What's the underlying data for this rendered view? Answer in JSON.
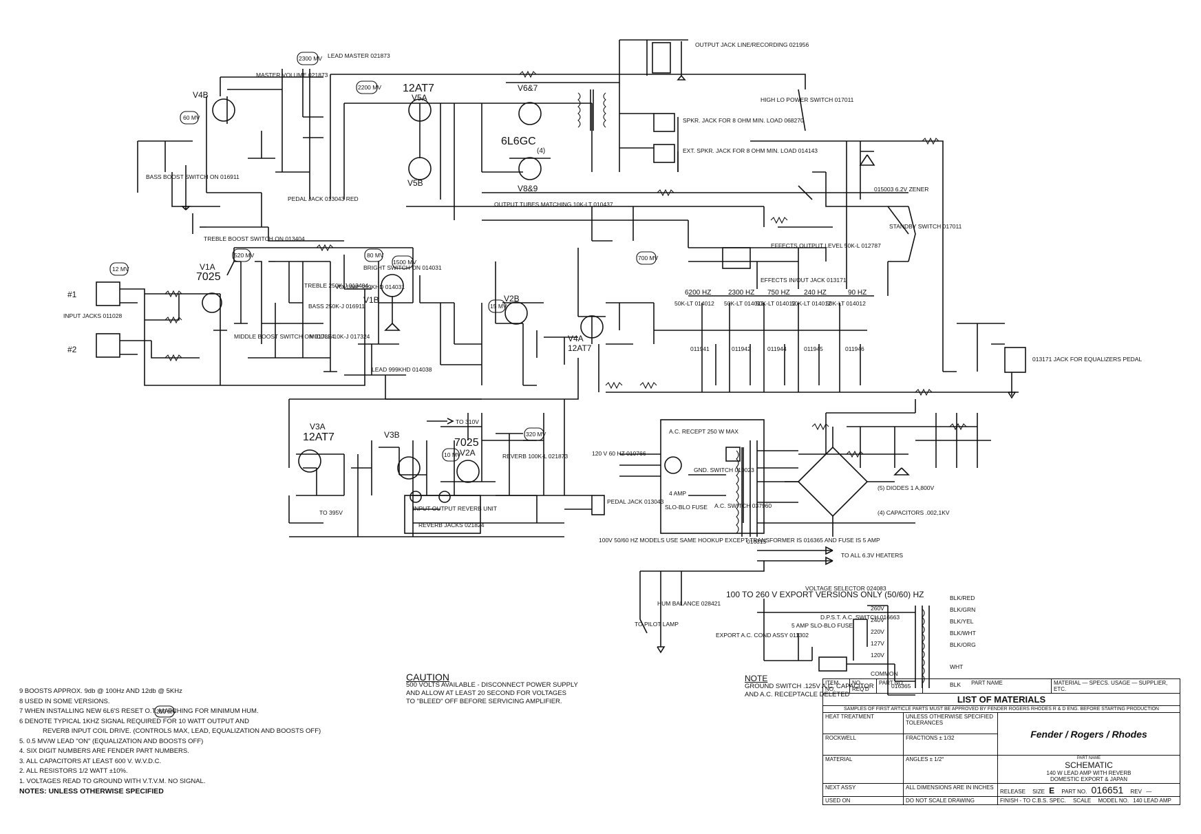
{
  "tubes": {
    "v4b": "V4B",
    "v5a": "V5A",
    "v5a_type": "12AT7",
    "v5b": "V5B",
    "v67": "V6&7",
    "v89": "V8&9",
    "power_type": "6L6GC",
    "power_note": "(4)",
    "v1a": "V1A",
    "v1a_type": "7025",
    "v1b": "V1B",
    "v2b": "V2B",
    "v4a": "V4A",
    "v4a_type": "12AT7",
    "v3a": "V3A",
    "v3a_type": "12AT7",
    "v3b": "V3B",
    "v2a": "V2A",
    "v2a_type": "7025"
  },
  "voltage_badges": [
    "60 MV",
    "2300 MV",
    "2200 MV",
    "520 MV",
    "80 MV",
    "1500 MV",
    "12 MV",
    "700 MV",
    "15 MV",
    "320 MV",
    "10 MV",
    "200 MV"
  ],
  "labels": {
    "master_volume": "MASTER VOLUME 021873",
    "lead_master": "LEAD MASTER 021873",
    "output_jack": "OUTPUT JACK LINE/RECORDING 021956",
    "spkr_jack": "SPKR. JACK FOR 8 OHM MIN. LOAD 068270",
    "ext_spkr_jack": "EXT. SPKR. JACK FOR 8 OHM MIN. LOAD 014143",
    "power_switch": "HIGH LO POWER SWITCH 017011",
    "bass_boost": "BASS BOOST SWITCH ON 016911",
    "pedal_jack_red": "PEDAL JACK 013043 RED",
    "treble_boost": "TREBLE BOOST SWITCH ON 013404",
    "output_tubes": "OUTPUT TUBES MATCHING 10K-LT 010437",
    "standby_switch": "STANDBY SWITCH 017011",
    "zener": "015003 6.2V ZENER",
    "effects_output": "EFFECTS OUTPUT LEVEL 50K-L 012787",
    "effects_jack": "EFFECTS IN/OUT JACK 013171",
    "input_jacks": "INPUT JACKS 011028",
    "treble": "TREBLE 250K-J 013404",
    "bass": "BASS 250K-J 016911",
    "middle": "MIDDLE 10K-J 017324",
    "middle_boost": "MIDDLE BOOST SWITCH ON 017324",
    "volume": "VOLUME 999KHD 014031",
    "bright_switch": "BRIGHT SWITCH ON 014031",
    "lead": "LEAD 999KHD 014038",
    "eq_jack": "013171 JACK FOR EQUALIZERS PEDAL",
    "reverb_pot": "REVERB 100K-L 021873",
    "reverb_unit": "INPUT OUTPUT REVERB UNIT",
    "reverb_jacks": "REVERB JACKS 021824",
    "pedal_jack": "PEDAL JACK 013043",
    "to_310": "TO 310V",
    "to_395": "TO 395V",
    "ac_in": "120 V 60 HZ 010766",
    "ac_recept": "A.C. RECEPT 250 W MAX",
    "gnd_switch": "GND. SWITCH 010023",
    "fuse": "SLO-BLO FUSE",
    "ac_switch": "A.C. SWITCH 037960",
    "fuse_amp": "4 AMP",
    "transformer": "016315",
    "diodes": "(5) DIODES 1 A,800V",
    "capacitors": "(4) CAPACITORS .002,1KV",
    "heaters": "TO ALL 6.3V HEATERS",
    "model_100v": "100V 50/60 HZ MODELS USE SAME HOOKUP EXCEPT TRANSFORMER IS 016365 AND FUSE IS 5 AMP",
    "pilot_lamp": "TO PILOT LAMP",
    "hum_balance": "HUM BALANCE 028421",
    "export": "100 TO 260 V EXPORT VERSIONS ONLY (50/60) HZ",
    "voltage_selector": "VOLTAGE SELECTOR 024083",
    "export_fuse": "5 AMP SLO-BLO FUSE",
    "dpst": "D.P.S.T. A.C. SWITCH 016663",
    "export_cond": "EXPORT A.C. COND ASSY 011302",
    "export_xfmr": "016365",
    "eq_bands": [
      "6200 HZ",
      "2300 HZ",
      "750 HZ",
      "240 HZ",
      "90 HZ"
    ],
    "eq_pots": [
      "50K-LT 014012",
      "50K-LT 014012",
      "50K-LT 014012",
      "50K-LT 014012",
      "50K-LT 014012"
    ],
    "eq_coils": [
      "011941",
      "011942",
      "011944",
      "011945",
      "011946"
    ],
    "taps": [
      "260V",
      "240V",
      "220V",
      "127V",
      "120V",
      "COMMON"
    ],
    "tap_colors": [
      "BLK/RED",
      "BLK/GRN",
      "BLK/YEL",
      "BLK/WHT",
      "BLK/ORG",
      "WHT",
      "BLK"
    ],
    "input1": "#1",
    "input2": "#2"
  },
  "notes": {
    "n9": "9  BOOSTS APPROX. 9db @ 100Hz AND 12db @ 5KHz",
    "n8": "8  USED IN SOME VERSIONS.",
    "n7": "7  WHEN INSTALLING NEW 6L6'S RESET O.T. MATCHING FOR MINIMUM HUM.",
    "n6a": "6  DENOTE TYPICAL 1KHZ SIGNAL REQUIRED FOR 10 WATT OUTPUT AND",
    "n6b": "REVERB INPUT COIL DRIVE. (CONTROLS MAX, LEAD, EQUALIZATION AND BOOSTS OFF)",
    "n5": "5.  0.5  MV/W LEAD \"ON\" (EQUALIZATION AND BOOSTS OFF)",
    "n4": "4.  SIX DIGIT NUMBERS ARE FENDER PART NUMBERS.",
    "n3": "3.  ALL CAPACITORS AT LEAST 600 V. W.V.D.C.",
    "n2": "2.  ALL RESISTORS 1/2 WATT ±10%.",
    "n1": "1.  VOLTAGES READ TO GROUND WITH V.T.V.M. NO SIGNAL.",
    "footer": "NOTES: UNLESS OTHERWISE SPECIFIED"
  },
  "caution": {
    "title": "CAUTION",
    "line1": "500 VOLTS AVAILABLE - DISCONNECT POWER SUPPLY",
    "line2": "AND ALLOW AT LEAST 20 SECOND FOR VOLTAGES",
    "line3": "TO \"BLEED\" OFF BEFORE SERVICING AMPLIFIER."
  },
  "note2": {
    "title": "NOTE",
    "line1": "GROUND SWITCH .125V A.C. CAPACITOR",
    "line2": "AND A.C. RECEPTACLE DELETED"
  },
  "title_block": {
    "col_item": "ITEM NO.",
    "col_reqd": "NO. REQ'D",
    "col_part": "PART NO.",
    "col_name": "PART NAME",
    "col_material": "MATERIAL — SPECS. USAGE — SUPPLIER, ETC.",
    "list_title": "LIST OF MATERIALS",
    "approval": "SAMPLES OF FIRST ARTICLE PARTS MUST BE APPROVED BY  FENDER  ROGERS  RHODES R & D ENG. BEFORE STARTING PRODUCTION",
    "heat": "HEAT TREATMENT",
    "tolerances": "UNLESS OTHERWISE SPECIFIED TOLERANCES",
    "rockwell": "ROCKWELL",
    "fractions": "FRACTIONS  ± 1/32",
    "angles": "ANGLES  ± 1/2°",
    "brands": "Fender / Rogers / Rhodes",
    "material": "MATERIAL",
    "part_name_lbl": "PART NAME",
    "part_name": "SCHEMATIC",
    "desc1": "140 W LEAD AMP WITH REVERB",
    "desc2": "DOMESTIC  EXPORT & JAPAN",
    "release": "RELEASE",
    "size": "SIZE",
    "size_val": "E",
    "part_no_lbl": "PART NO.",
    "part_no": "016651",
    "rev": "REV",
    "rev_val": "—",
    "finish": "FINISH - TO C.B.S. SPEC.",
    "scale": "SCALE",
    "model_lbl": "MODEL NO.",
    "model": "140 LEAD AMP",
    "next_assy": "NEXT ASSY",
    "used_on": "USED ON",
    "dont_scale": "DO NOT SCALE DRAWING",
    "dims": "ALL DIMENSIONS ARE IN INCHES"
  }
}
